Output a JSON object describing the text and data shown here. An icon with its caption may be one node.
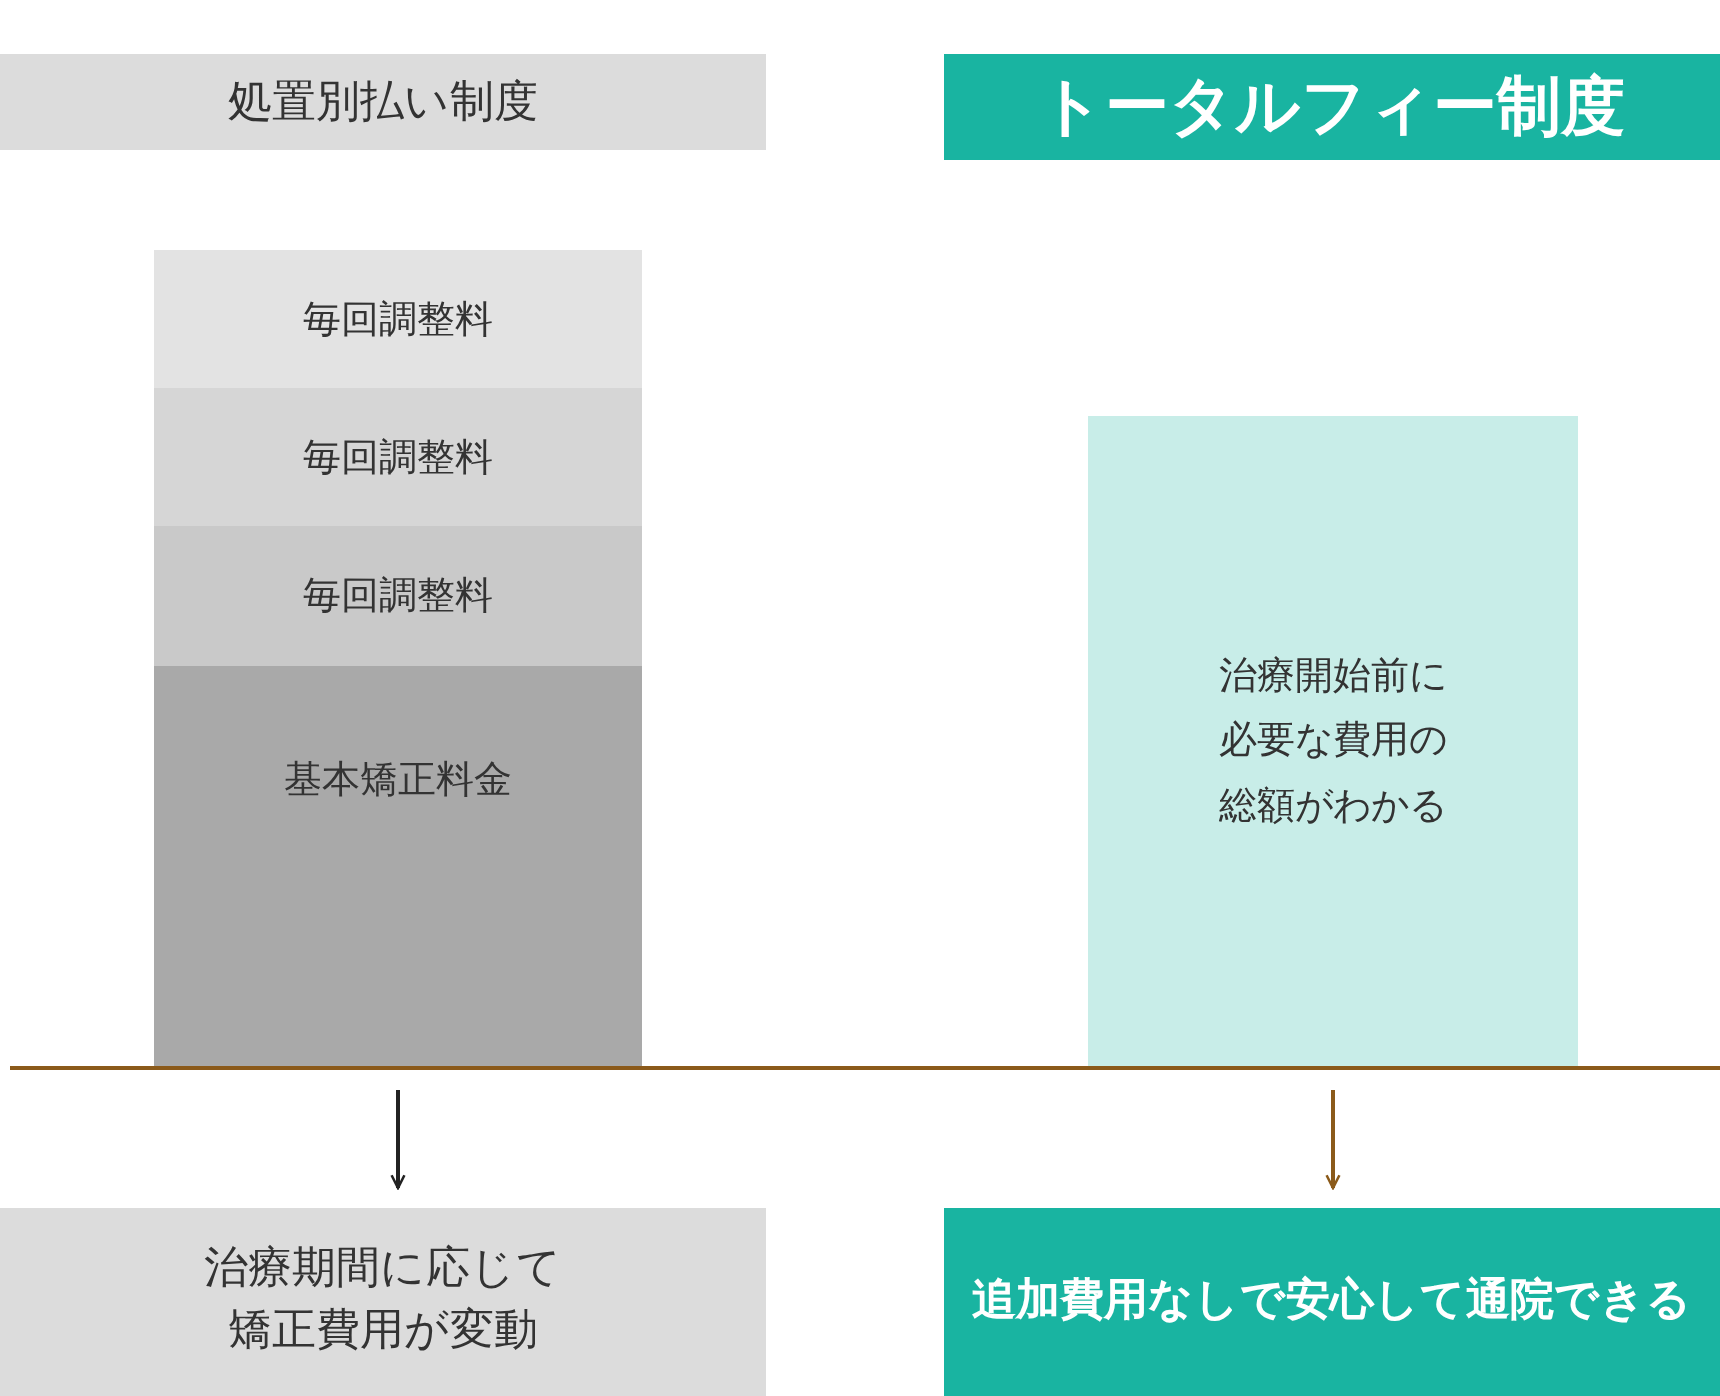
{
  "diagram": {
    "nodes": [
      {
        "text": [
          "処置別払い制度"
        ]
      },
      {
        "text": [
          "トータルフィー制度"
        ]
      },
      {
        "text": [
          "毎回調整料"
        ]
      },
      {
        "text": [
          "毎回調整料"
        ]
      },
      {
        "text": [
          "毎回調整料"
        ]
      },
      {
        "text": [
          "基本矯正料金"
        ]
      },
      {
        "text": [
          "治療開始前に必要な費用の総額がわかる"
        ]
      },
      {
        "text": [
          "治療期間に応じて矯正費用が変動"
        ]
      },
      {
        "text": [
          "追加費用なしで安心して通院できる"
        ]
      }
    ],
    "edges": [
      {
        "from": 5,
        "to": 7,
        "arrow": "to",
        "color": "#222222"
      },
      {
        "from": 6,
        "to": 8,
        "arrow": "to",
        "color": "#8b5a1a"
      }
    ]
  }
}
